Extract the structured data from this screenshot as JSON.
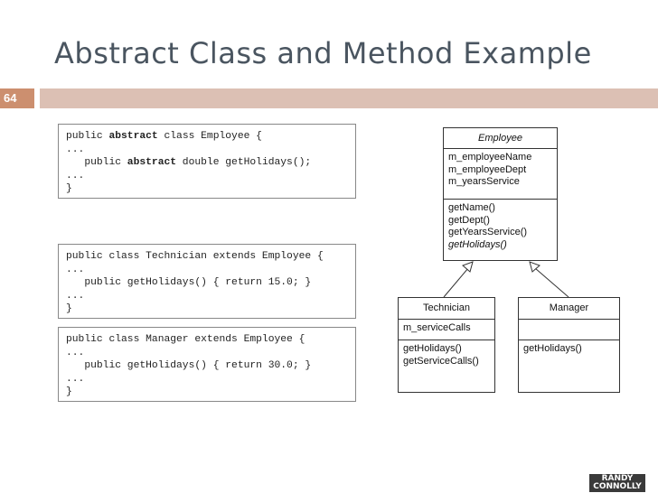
{
  "slide": {
    "title": "Abstract Class and Method Example",
    "page_number": "64"
  },
  "code_blocks": [
    {
      "lines": [
        {
          "parts": [
            {
              "t": "public ",
              "b": false
            },
            {
              "t": "abstract",
              "b": true
            },
            {
              "t": " class Employee {",
              "b": false
            }
          ]
        },
        {
          "parts": [
            {
              "t": "...",
              "b": false
            }
          ]
        },
        {
          "parts": [
            {
              "t": "   public ",
              "b": false
            },
            {
              "t": "abstract",
              "b": true
            },
            {
              "t": " double getHolidays();",
              "b": false
            }
          ]
        },
        {
          "parts": [
            {
              "t": "...",
              "b": false
            }
          ]
        },
        {
          "parts": [
            {
              "t": "}",
              "b": false
            }
          ]
        }
      ]
    },
    {
      "lines": [
        {
          "parts": [
            {
              "t": "public class Technician extends Employee {",
              "b": false
            }
          ]
        },
        {
          "parts": [
            {
              "t": "...",
              "b": false
            }
          ]
        },
        {
          "parts": [
            {
              "t": "   public getHolidays() { return 15.0; }",
              "b": false
            }
          ]
        },
        {
          "parts": [
            {
              "t": "...",
              "b": false
            }
          ]
        },
        {
          "parts": [
            {
              "t": "}",
              "b": false
            }
          ]
        }
      ]
    },
    {
      "lines": [
        {
          "parts": [
            {
              "t": "public class Manager extends Employee {",
              "b": false
            }
          ]
        },
        {
          "parts": [
            {
              "t": "...",
              "b": false
            }
          ]
        },
        {
          "parts": [
            {
              "t": "   public getHolidays() { return 30.0; }",
              "b": false
            }
          ]
        },
        {
          "parts": [
            {
              "t": "...",
              "b": false
            }
          ]
        },
        {
          "parts": [
            {
              "t": "}",
              "b": false
            }
          ]
        }
      ]
    }
  ],
  "uml": {
    "employee": {
      "name": "Employee",
      "attributes": [
        "m_employeeName",
        "m_employeeDept",
        "m_yearsService"
      ],
      "methods": [
        "getName()",
        "getDept()",
        "getYearsService()"
      ],
      "abstract_method": "getHolidays()"
    },
    "technician": {
      "name": "Technician",
      "attributes": [
        "m_serviceCalls"
      ],
      "methods": [
        "getHolidays()",
        "getServiceCalls()"
      ]
    },
    "manager": {
      "name": "Manager",
      "attributes": [],
      "methods": [
        "getHolidays()"
      ]
    }
  },
  "logo": {
    "line1": "RANDY",
    "line2": "CONNOLLY"
  },
  "colors": {
    "title": "#4a5560",
    "accent_dark": "#cc8f6f",
    "accent_light": "#dcc0b4"
  }
}
